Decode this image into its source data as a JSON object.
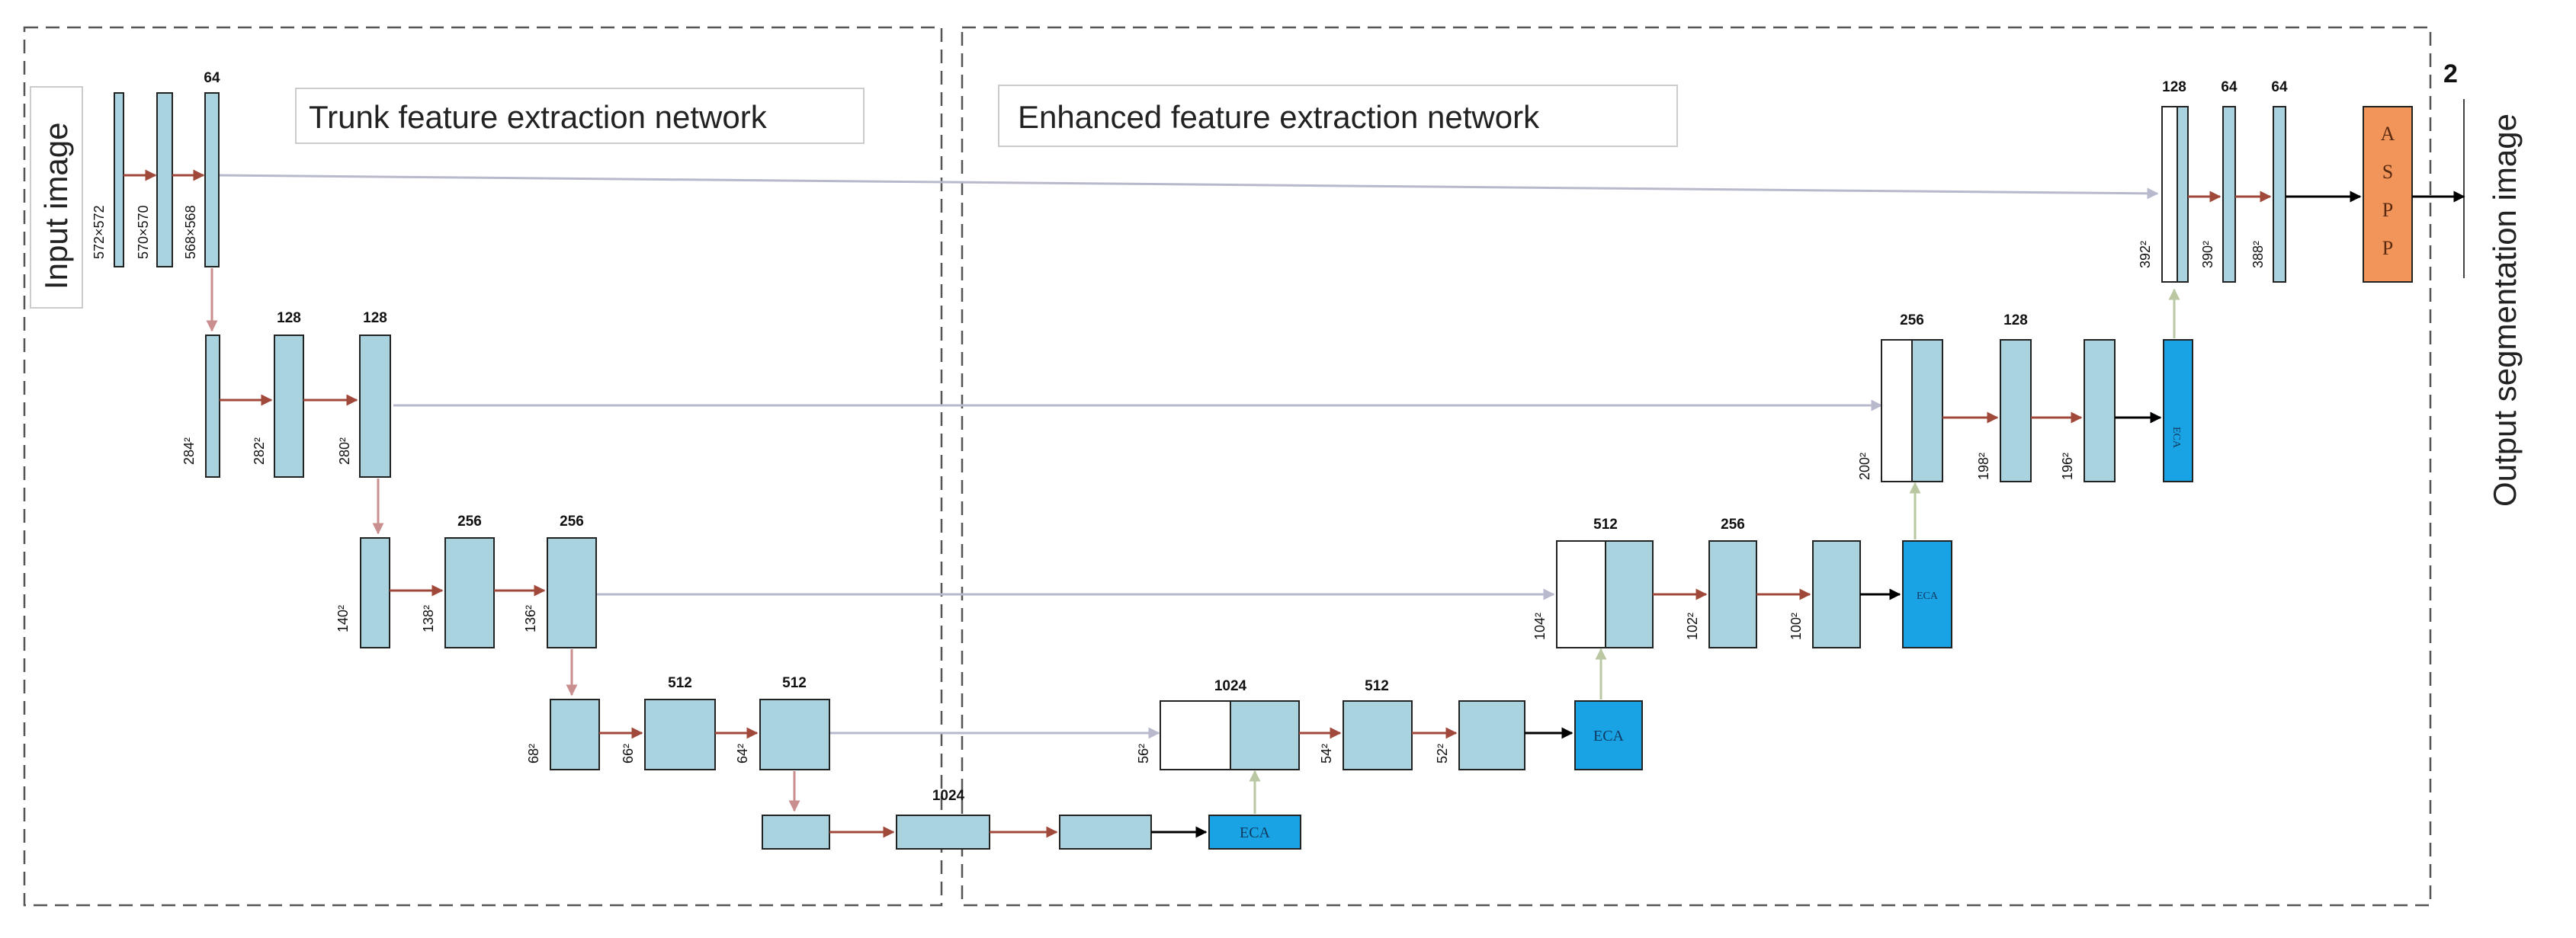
{
  "labels": {
    "trunk_title": "Trunk feature extraction network",
    "enhanced_title": "Enhanced feature extraction network",
    "input": "Input image",
    "output": "Output segmentation image",
    "output_channels": "2",
    "aspp": "ASPP",
    "aspp_letters": [
      "A",
      "S",
      "P",
      "P"
    ],
    "eca": "ECA"
  },
  "encoder": {
    "level1": {
      "channels": "64",
      "dims": [
        "572×572",
        "570×570",
        "568×568"
      ]
    },
    "level2": {
      "channels": [
        "128",
        "128"
      ],
      "dims": [
        "284²",
        "282²",
        "280²"
      ]
    },
    "level3": {
      "channels": [
        "256",
        "256"
      ],
      "dims": [
        "140²",
        "138²",
        "136²"
      ]
    },
    "level4": {
      "channels": [
        "512",
        "512"
      ],
      "dims": [
        "68²",
        "66²",
        "64²"
      ]
    },
    "bottleneck": {
      "channels": "1024"
    }
  },
  "decoder": {
    "up1": {
      "channels": [
        "1024",
        "512"
      ],
      "dims": [
        "56²",
        "54²",
        "52²"
      ]
    },
    "up2": {
      "channels": [
        "512",
        "256"
      ],
      "dims": [
        "104²",
        "102²",
        "100²"
      ]
    },
    "up3": {
      "channels": [
        "256",
        "128"
      ],
      "dims": [
        "200²",
        "198²",
        "196²"
      ]
    },
    "up4": {
      "channels": [
        "128",
        "64",
        "64"
      ],
      "dims": [
        "392²",
        "390²",
        "388²"
      ]
    }
  },
  "colors": {
    "block": "#a9d3df",
    "eca": "#1aa3e4",
    "aspp": "#f2955a",
    "conv_arrow": "#a0493a",
    "pool_arrow": "#c98e8e",
    "skip_arrow": "#b8b9cc",
    "up_arrow": "#b9c7a2",
    "dash": "#555555"
  }
}
